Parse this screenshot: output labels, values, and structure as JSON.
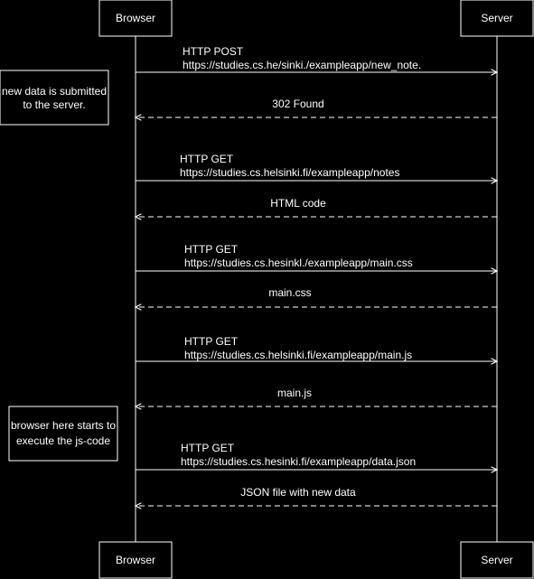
{
  "participants": {
    "browser": "Browser",
    "server": "Server"
  },
  "notes": [
    {
      "lines": [
        "new data is submitted",
        "to the server."
      ]
    },
    {
      "lines": [
        "browser here starts to",
        "execute the js-code"
      ]
    }
  ],
  "messages": [
    {
      "lines": [
        "HTTP POST",
        "https://studies.cs.he/sinki./exampleapp/new_note."
      ],
      "direction": "to-server",
      "dashed": false
    },
    {
      "lines": [
        "302 Found"
      ],
      "direction": "to-browser",
      "dashed": true
    },
    {
      "lines": [
        "HTTP GET",
        "https://studies.cs.helsinki.fi/exampleapp/notes"
      ],
      "direction": "to-server",
      "dashed": false
    },
    {
      "lines": [
        "HTML code"
      ],
      "direction": "to-browser",
      "dashed": true
    },
    {
      "lines": [
        "HTTP GET",
        "https://studies.cs.hesinkl./exampleapp/main.css"
      ],
      "direction": "to-server",
      "dashed": false
    },
    {
      "lines": [
        "main.css"
      ],
      "direction": "to-browser",
      "dashed": true
    },
    {
      "lines": [
        "HTTP GET",
        "https://studies.cs.helsinki.fi/exampleapp/main.js"
      ],
      "direction": "to-server",
      "dashed": false
    },
    {
      "lines": [
        "main.js"
      ],
      "direction": "to-browser",
      "dashed": true
    },
    {
      "lines": [
        "HTTP GET",
        "https://studies.cs.hesinki.fi/exampleapp/data.json"
      ],
      "direction": "to-server",
      "dashed": false
    },
    {
      "lines": [
        "JSON file with new data"
      ],
      "direction": "to-browser",
      "dashed": true
    }
  ],
  "colors": {
    "background": "#000000",
    "foreground": "#ffffff"
  }
}
